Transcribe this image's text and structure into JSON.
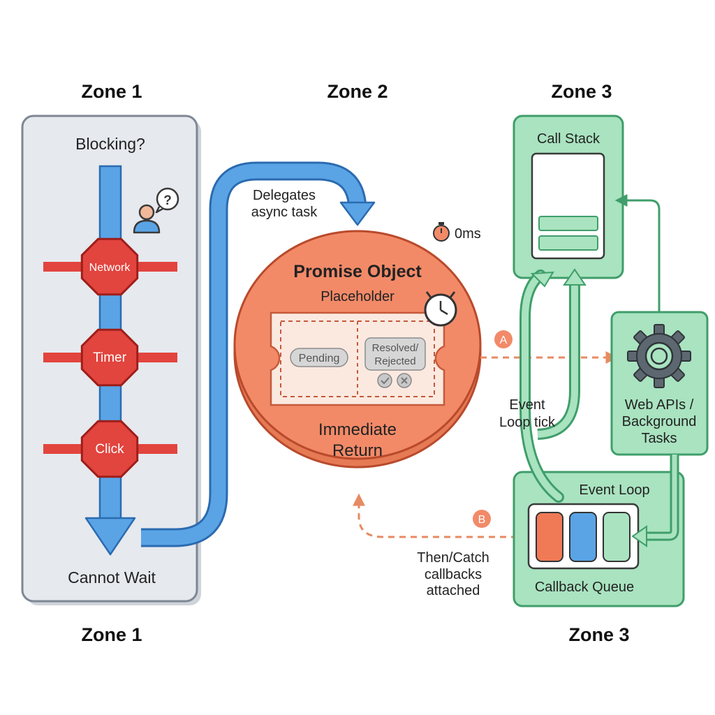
{
  "zones": {
    "top_left": "Zone 1",
    "top_middle": "Zone 2",
    "top_right": "Zone 3",
    "bottom_left": "Zone 1",
    "bottom_right": "Zone 3"
  },
  "zone1": {
    "title": "Blocking?",
    "bottom": "Cannot Wait",
    "stops": [
      "Network",
      "Timer",
      "Click"
    ]
  },
  "zone2": {
    "delegates": [
      "Delegates",
      "async task"
    ],
    "timer_label": "0ms",
    "promise_title": "Promise Object",
    "placeholder": "Placeholder",
    "pending": "Pending",
    "resolved": [
      "Resolved/",
      "Rejected"
    ],
    "immediate": [
      "Immediate",
      "Return"
    ]
  },
  "zone3": {
    "call_stack": "Call Stack",
    "web_apis": [
      "Web APIs /",
      "Background",
      "Tasks"
    ],
    "event_loop": "Event Loop",
    "event_loop_tick": [
      "Event",
      "Loop tick"
    ],
    "callback_queue": "Callback Queue",
    "then_catch": [
      "Then/Catch",
      "callbacks",
      "attached"
    ],
    "marker_a": "A",
    "marker_b": "B"
  },
  "colors": {
    "zone1_panel": "#e6e9ee",
    "blue_arrow": "#5aa4e6",
    "stop_red": "#e2443e",
    "promise_orange": "#f28a68",
    "green_panel": "#a9e3c0",
    "green_stroke": "#3f9e6a",
    "dash_orange": "#e88a62",
    "gear_gray": "#5d6770"
  }
}
